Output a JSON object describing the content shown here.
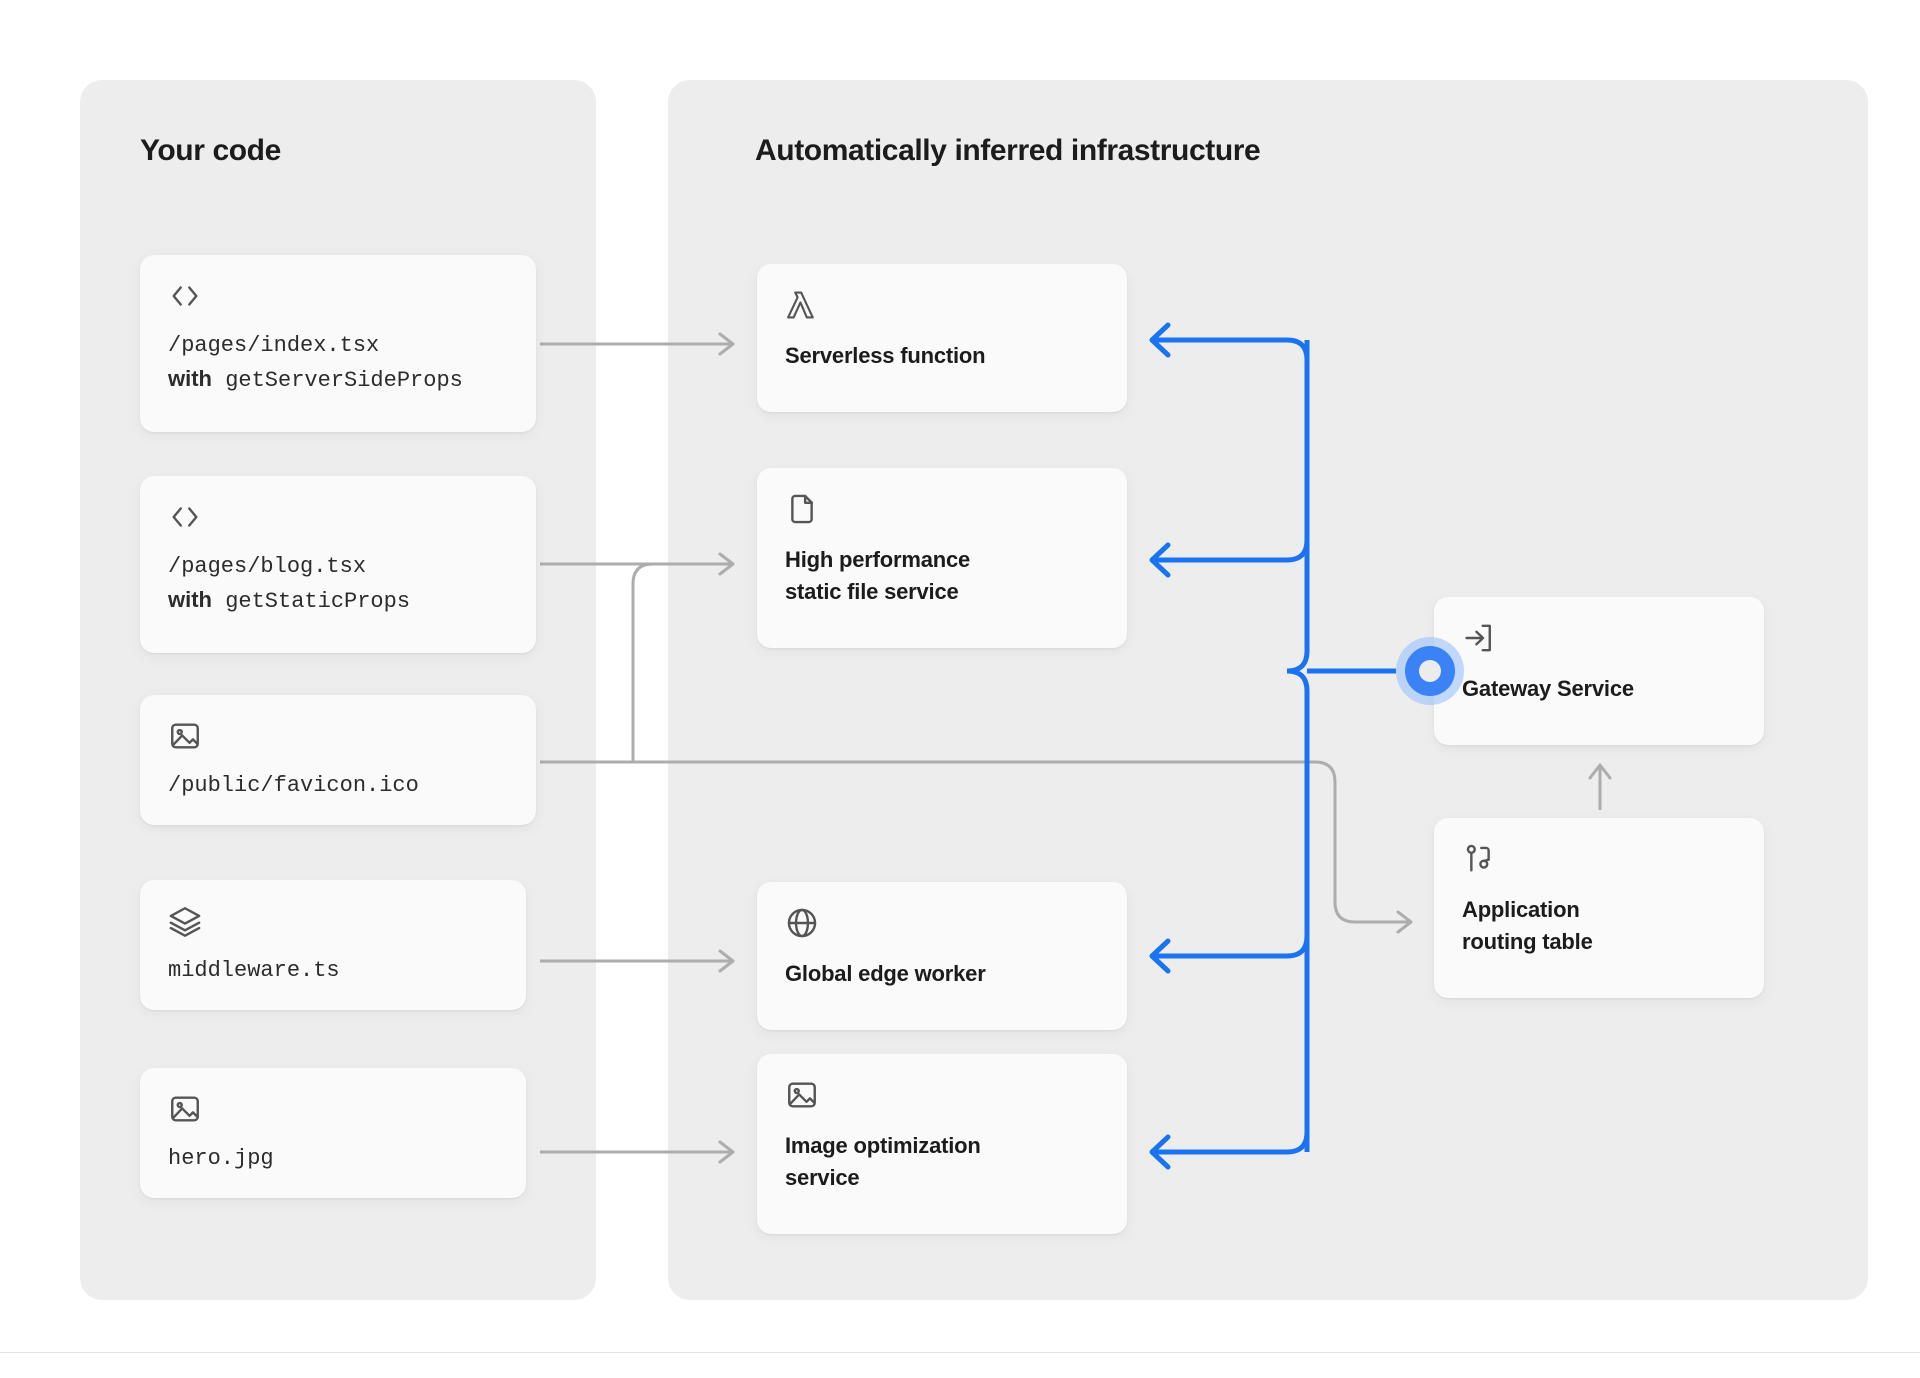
{
  "panels": {
    "code": {
      "title": "Your code"
    },
    "infra": {
      "title": "Automatically inferred infrastructure"
    }
  },
  "colors": {
    "accent_blue": "#1a73f0",
    "node_halo": "#9dc4fb",
    "wire_gray": "#adadad",
    "panel_bg": "#ededed",
    "card_bg": "#fafafa",
    "text": "#1c1c1c"
  },
  "code_cards": [
    {
      "id": "index",
      "icon": "code-brackets-icon",
      "line1": "/pages/index.tsx",
      "with": "with",
      "fn": "getServerSideProps"
    },
    {
      "id": "blog",
      "icon": "code-brackets-icon",
      "line1": "/pages/blog.tsx",
      "with": "with",
      "fn": "getStaticProps"
    },
    {
      "id": "favicon",
      "icon": "image-icon",
      "line1": "/public/favicon.ico",
      "with": "",
      "fn": ""
    },
    {
      "id": "middleware",
      "icon": "layers-icon",
      "line1": "middleware.ts",
      "with": "",
      "fn": ""
    },
    {
      "id": "hero",
      "icon": "image-icon",
      "line1": "hero.jpg",
      "with": "",
      "fn": ""
    }
  ],
  "infra_cards": [
    {
      "id": "serverless",
      "icon": "lambda-icon",
      "line1": "Serverless function",
      "line2": ""
    },
    {
      "id": "static",
      "icon": "file-icon",
      "line1": "High performance",
      "line2": "static file service"
    },
    {
      "id": "edge",
      "icon": "globe-icon",
      "line1": "Global edge worker",
      "line2": ""
    },
    {
      "id": "imgopt",
      "icon": "image-icon",
      "line1": "Image optimization",
      "line2": "service"
    },
    {
      "id": "gateway",
      "icon": "login-arrow-icon",
      "line1": "Gateway Service",
      "line2": ""
    },
    {
      "id": "routing",
      "icon": "git-branch-icon",
      "line1": "Application",
      "line2": "routing table"
    }
  ]
}
